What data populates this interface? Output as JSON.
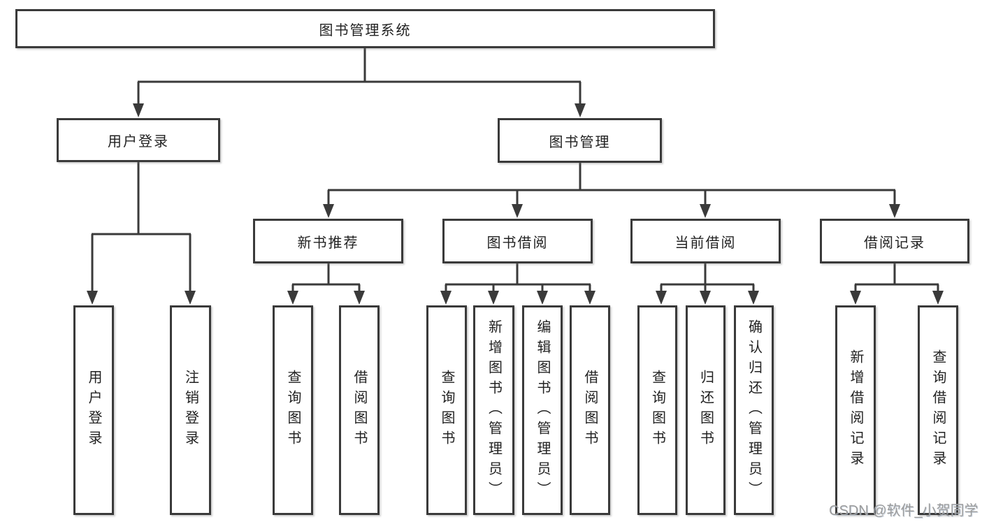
{
  "nodes": {
    "root": {
      "label": "图书管理系统"
    },
    "level2": [
      {
        "label": "用户登录"
      },
      {
        "label": "图书管理"
      }
    ],
    "level3": [
      {
        "label": "新书推荐"
      },
      {
        "label": "图书借阅"
      },
      {
        "label": "当前借阅"
      },
      {
        "label": "借阅记录"
      }
    ],
    "leaves": [
      {
        "label": "用户登录"
      },
      {
        "label": "注销登录"
      },
      {
        "label": "查询图书"
      },
      {
        "label": "借阅图书"
      },
      {
        "label": "查询图书"
      },
      {
        "label": "新增图书（管理员）"
      },
      {
        "label": "编辑图书（管理员）"
      },
      {
        "label": "借阅图书"
      },
      {
        "label": "查询图书"
      },
      {
        "label": "归还图书"
      },
      {
        "label": "确认归还（管理员）"
      },
      {
        "label": "新增借阅记录"
      },
      {
        "label": "查询借阅记录"
      }
    ]
  },
  "watermark": {
    "text": "CSDN @软件_小贺同学"
  },
  "colors": {
    "line": "#3a3a3a",
    "box_border": "#3a3a3a",
    "text": "#222222",
    "watermark_text": "#9c9c9c",
    "background": "#ffffff"
  }
}
